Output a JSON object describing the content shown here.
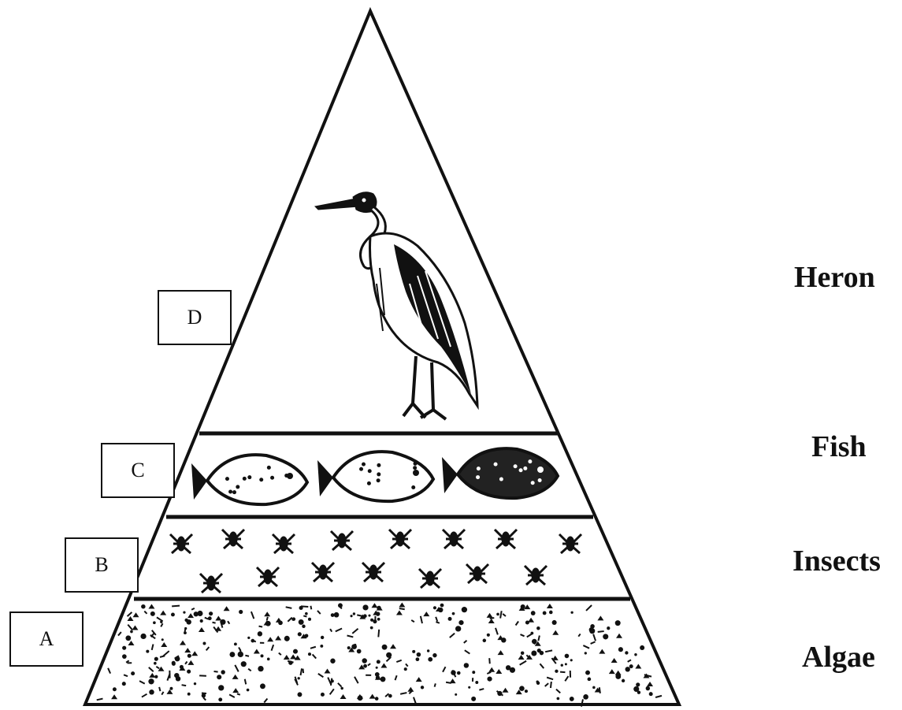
{
  "levels": [
    {
      "box": "A",
      "name": "Algae"
    },
    {
      "box": "B",
      "name": "Insects"
    },
    {
      "box": "C",
      "name": "Fish"
    },
    {
      "box": "D",
      "name": "Heron"
    }
  ]
}
